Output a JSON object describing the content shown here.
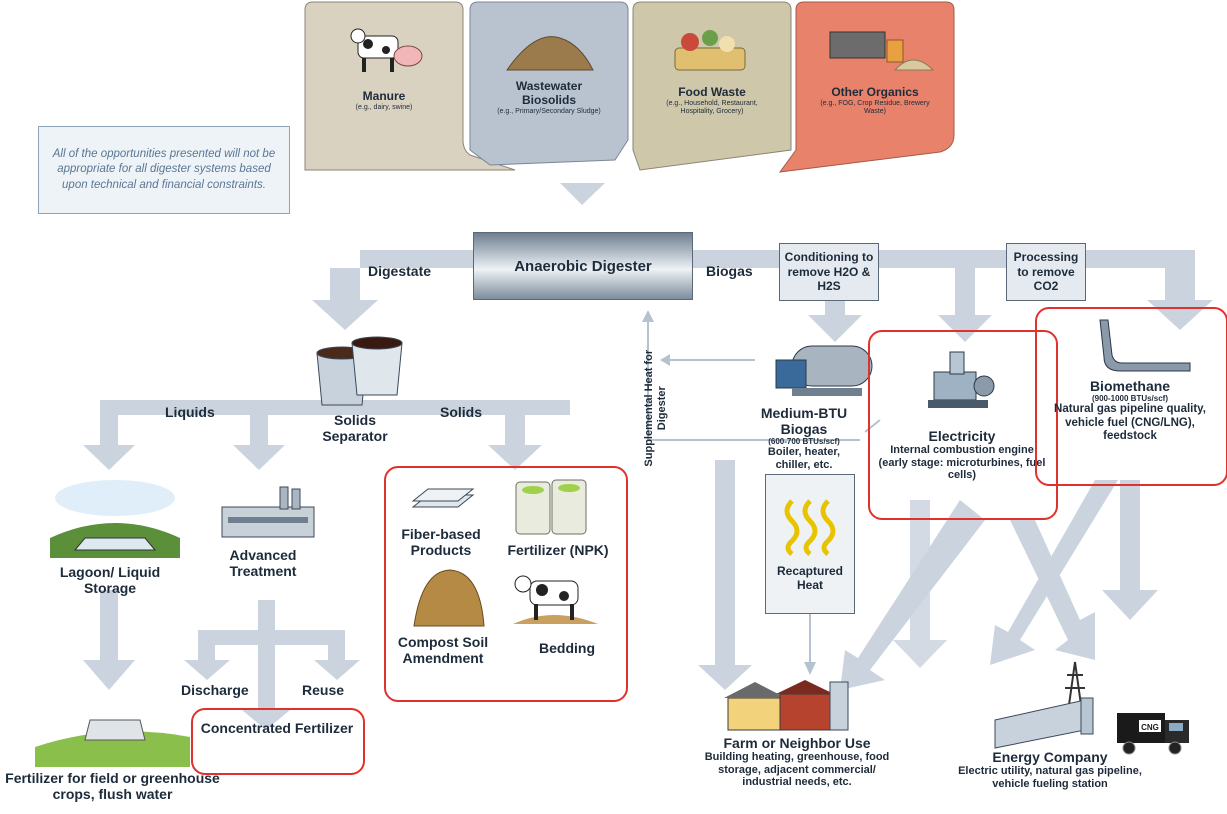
{
  "sources": [
    {
      "title": "Manure",
      "sub": "(e.g., dairy, swine)",
      "color": "#d9d2c0"
    },
    {
      "title": "Wastewater Biosolids",
      "sub": "(e.g., Primary/Secondary Sludge)",
      "color": "#b8c3cf"
    },
    {
      "title": "Food Waste",
      "sub": "(e.g., Household, Restaurant, Hospitality, Grocery)",
      "color": "#cfc7a9"
    },
    {
      "title": "Other Organics",
      "sub": "(e.g., FOG, Crop Residue, Brewery Waste)",
      "color": "#e8826a"
    }
  ],
  "note": "All of the opportunities presented will not be appropriate for all digester systems based upon technical and financial constraints.",
  "digester": "Anaerobic Digester",
  "flows": {
    "digestate": "Digestate",
    "biogas": "Biogas",
    "liquids": "Liquids",
    "solids": "Solids",
    "discharge": "Discharge",
    "reuse": "Reuse",
    "supplemental_heat": "Supplemental Heat for Digester"
  },
  "conditioning": "Conditioning to remove H2O & H2S",
  "processing": "Processing to remove CO2",
  "separator": "Solids Separator",
  "lagoon": "Lagoon/ Liquid Storage",
  "advanced": "Advanced Treatment",
  "fertilizer_field": "Fertilizer for field or greenhouse crops, flush water",
  "concentrated": "Concentrated Fertilizer",
  "solids_products": {
    "fiber": "Fiber-based Products",
    "npk": "Fertilizer (NPK)",
    "compost": "Compost Soil Amendment",
    "bedding": "Bedding"
  },
  "medium_btu": {
    "title": "Medium-BTU Biogas",
    "range": "(600-700 BTUs/scf)",
    "desc": "Boiler, heater, chiller, etc."
  },
  "electricity": {
    "title": "Electricity",
    "desc": "Internal combustion engine (early stage: microturbines, fuel cells)"
  },
  "biomethane": {
    "title": "Biomethane",
    "range": "(900-1000 BTUs/scf)",
    "desc": "Natural gas pipeline quality, vehicle fuel (CNG/LNG), feedstock"
  },
  "recaptured": "Recaptured Heat",
  "farm": {
    "title": "Farm or Neighbor Use",
    "desc": "Building heating, greenhouse, food storage, adjacent commercial/ industrial needs, etc."
  },
  "energy": {
    "title": "Energy Company",
    "desc": "Electric utility, natural gas pipeline, vehicle fueling station"
  },
  "truck_label": "CNG",
  "colors": {
    "arrow": "#cbd4de",
    "red": "#e0322d",
    "text": "#1d2b3a"
  }
}
